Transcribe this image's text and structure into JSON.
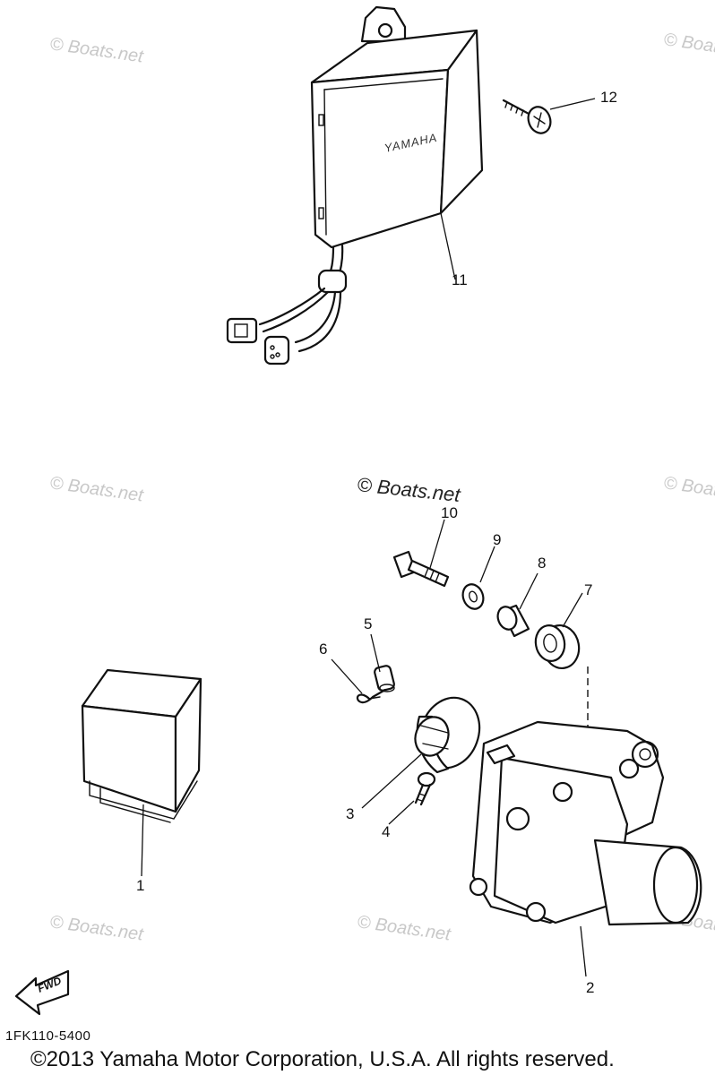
{
  "watermarks": {
    "faint": "© Boats.net",
    "main": "© Boats.net"
  },
  "module_logo": "YAMAHA",
  "direction_label": "FWD",
  "callouts": {
    "c1": "1",
    "c2": "2",
    "c3": "3",
    "c4": "4",
    "c5": "5",
    "c6": "6",
    "c7": "7",
    "c8": "8",
    "c9": "9",
    "c10": "10",
    "c11": "11",
    "c12": "12"
  },
  "diagram_code": "1FK110-5400",
  "copyright": "©2013 Yamaha Motor Corporation, U.S.A. All rights reserved."
}
